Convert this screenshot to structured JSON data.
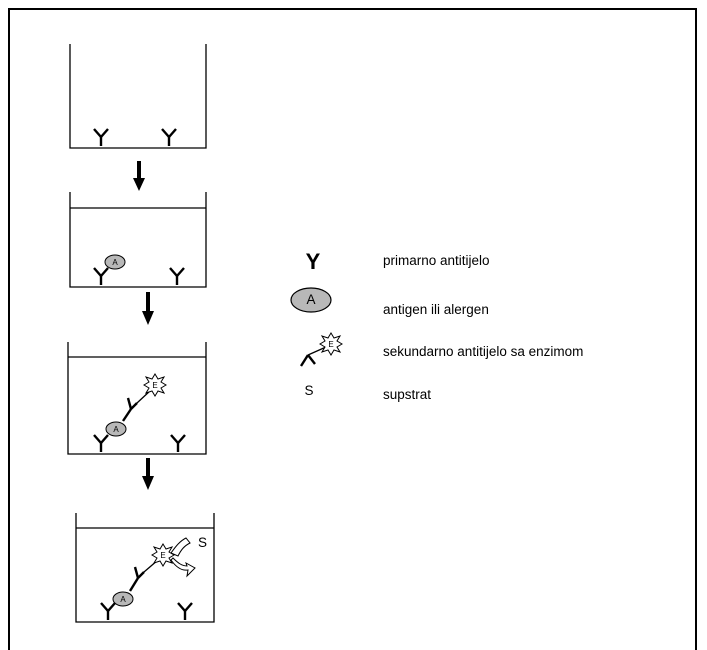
{
  "legend": {
    "items": [
      {
        "icon": "primary-antibody-icon",
        "label": "primarno antitijelo"
      },
      {
        "icon": "antigen-icon",
        "label": "antigen ili alergen"
      },
      {
        "icon": "secondary-antibody-enzyme-icon",
        "label": "sekundarno antitijelo sa enzimom"
      },
      {
        "icon": "substrate-icon",
        "label": "supstrat"
      }
    ]
  },
  "symbols": {
    "antigen_letter": "A",
    "enzyme_letter": "E",
    "substrate_letter": "S",
    "antibody_glyph": "Y"
  },
  "steps": [
    {
      "name": "step-1",
      "contents": [
        "primary-antibody",
        "primary-antibody"
      ]
    },
    {
      "name": "step-2",
      "contents": [
        "primary-antibody+antigen",
        "primary-antibody"
      ]
    },
    {
      "name": "step-3",
      "contents": [
        "primary-antibody+antigen+secondary-antibody-enzyme",
        "primary-antibody"
      ]
    },
    {
      "name": "step-4",
      "contents": [
        "primary-antibody+antigen+secondary-antibody-enzyme+substrate",
        "primary-antibody"
      ]
    }
  ],
  "colors": {
    "antigen_fill": "#b8b8b8",
    "stroke": "#000000"
  }
}
